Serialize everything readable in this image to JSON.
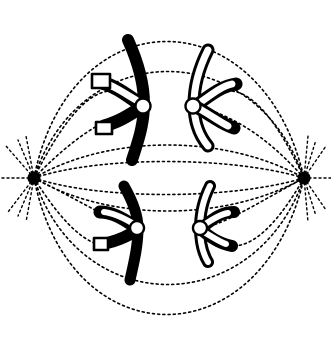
{
  "diagram": {
    "colors": {
      "background": "#ffffff",
      "ink": "#000000",
      "fill_dark": "#000000",
      "fill_light": "#ffffff"
    },
    "poles": [
      "left-pole",
      "right-pole"
    ],
    "chromosomes": [
      {
        "name": "chromosome-upper-left",
        "shade": "dark"
      },
      {
        "name": "chromosome-upper-right",
        "shade": "light"
      },
      {
        "name": "chromosome-lower-left",
        "shade": "dark"
      },
      {
        "name": "chromosome-lower-right",
        "shade": "light"
      }
    ]
  }
}
